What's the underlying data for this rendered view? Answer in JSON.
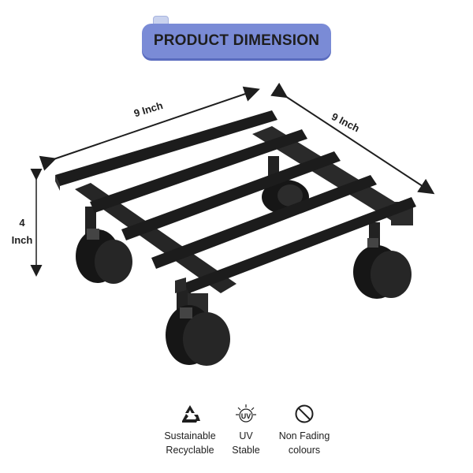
{
  "header": {
    "title": "PRODUCT DIMENSION"
  },
  "dimensions": {
    "width_label": "9 Inch",
    "depth_label": "9 Inch",
    "height_value": "4",
    "height_unit": "Inch"
  },
  "features": [
    {
      "icon": "recycle-icon",
      "label": "Sustainable\nRecyclable"
    },
    {
      "icon": "uv-sun-icon",
      "label": "UV\nStable"
    },
    {
      "icon": "no-sign-icon",
      "label": "Non Fading\ncolours"
    }
  ],
  "colors": {
    "badge": "#7a8bd6",
    "product": "#1c1c1c",
    "text": "#1e1e1e"
  }
}
